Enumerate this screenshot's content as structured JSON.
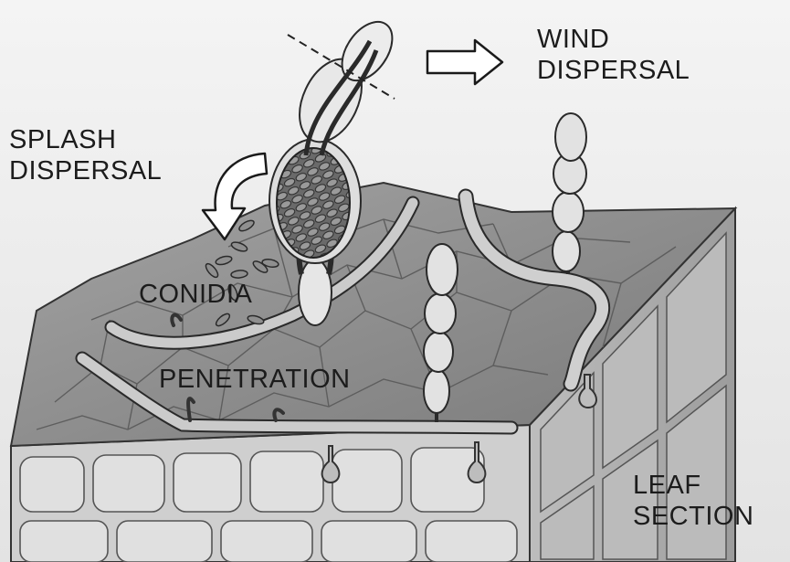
{
  "labels": {
    "wind": [
      "WIND",
      "DISPERSAL"
    ],
    "splash": [
      "SPLASH",
      "DISPERSAL"
    ],
    "conidia": "CONIDIA",
    "penetration": "PENETRATION",
    "leaf": [
      "LEAF",
      "SECTION"
    ]
  },
  "colors": {
    "background": "#ebebeb",
    "leaf_surface": "#8d8d8d",
    "cell_line": "#5a5a5a",
    "epidermis": "#d4d4d4",
    "hypha": "#c9c9c9",
    "outline": "#222222"
  }
}
